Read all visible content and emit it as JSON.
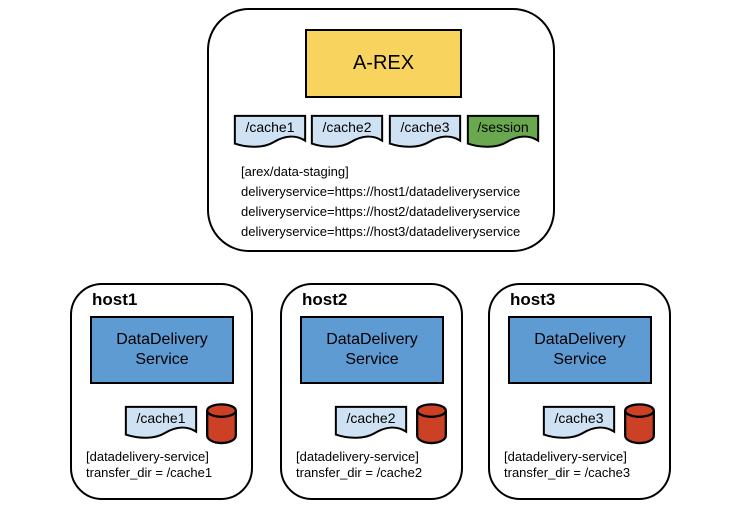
{
  "colors": {
    "arex_yellow": "#F8D35E",
    "cache_blue": "#CFE2F3",
    "session_green": "#6AA84F",
    "service_blue": "#5F9BD3",
    "db_red": "#CC4125",
    "outline": "#000000"
  },
  "arex_panel": {
    "title": "A-REX",
    "cache_docs": [
      {
        "label": "/cache1",
        "type": "cache"
      },
      {
        "label": "/cache2",
        "type": "cache"
      },
      {
        "label": "/cache3",
        "type": "cache"
      },
      {
        "label": "/session",
        "type": "session"
      }
    ],
    "config": {
      "header": "[arex/data-staging]",
      "lines": [
        "deliveryservice=https://host1/datadeliveryservice",
        "deliveryservice=https://host2/datadeliveryservice",
        "deliveryservice=https://host3/datadeliveryservice"
      ]
    }
  },
  "hosts": [
    {
      "name": "host1",
      "service": "DataDelivery Service",
      "cache_label": "/cache1",
      "config_header": "[datadelivery-service]",
      "config_line": "transfer_dir = /cache1"
    },
    {
      "name": "host2",
      "service": "DataDelivery Service",
      "cache_label": "/cache2",
      "config_header": "[datadelivery-service]",
      "config_line": "transfer_dir = /cache2"
    },
    {
      "name": "host3",
      "service": "DataDelivery Service",
      "cache_label": "/cache3",
      "config_header": "[datadelivery-service]",
      "config_line": "transfer_dir = /cache3"
    }
  ]
}
